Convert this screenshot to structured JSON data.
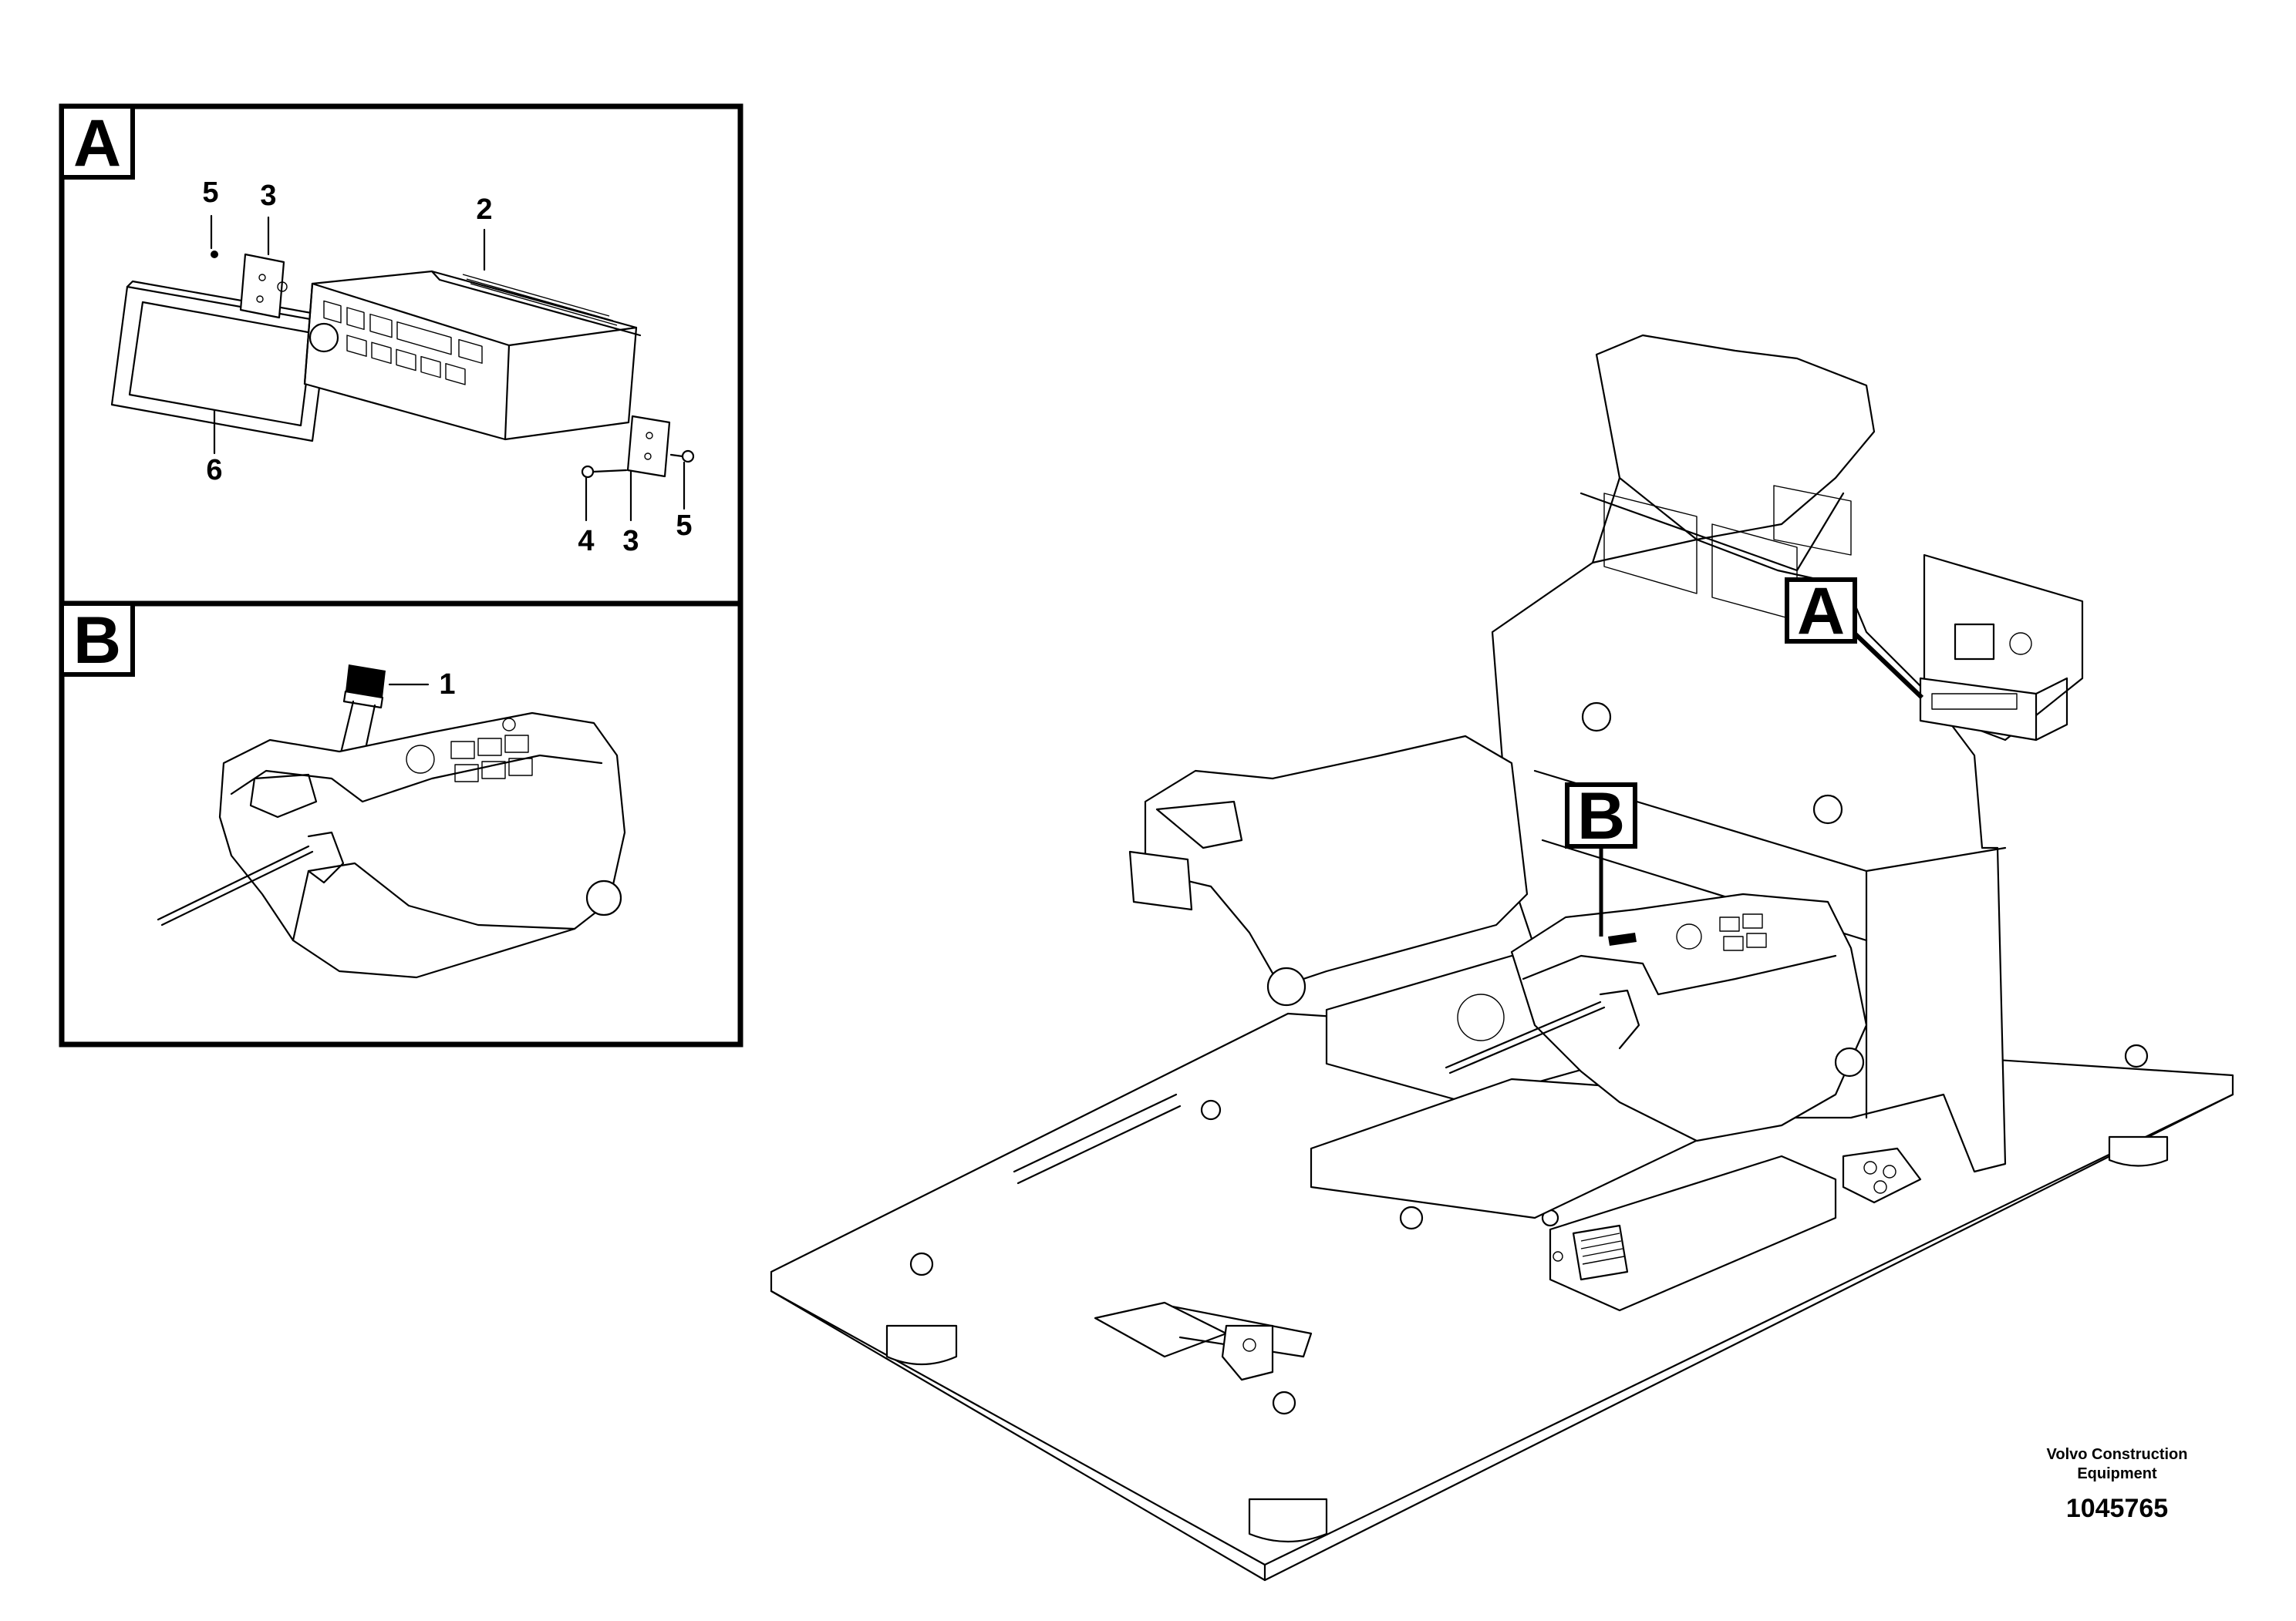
{
  "detail_a": {
    "letter": "A",
    "callouts": [
      "5",
      "3",
      "2",
      "6",
      "4",
      "3",
      "5"
    ]
  },
  "detail_b": {
    "letter": "B",
    "callouts": [
      "1"
    ]
  },
  "main_view": {
    "marker_a": "A",
    "marker_b": "B"
  },
  "footer": {
    "maker_line1": "Volvo Construction",
    "maker_line2": "Equipment",
    "drawing_number": "1045765"
  }
}
